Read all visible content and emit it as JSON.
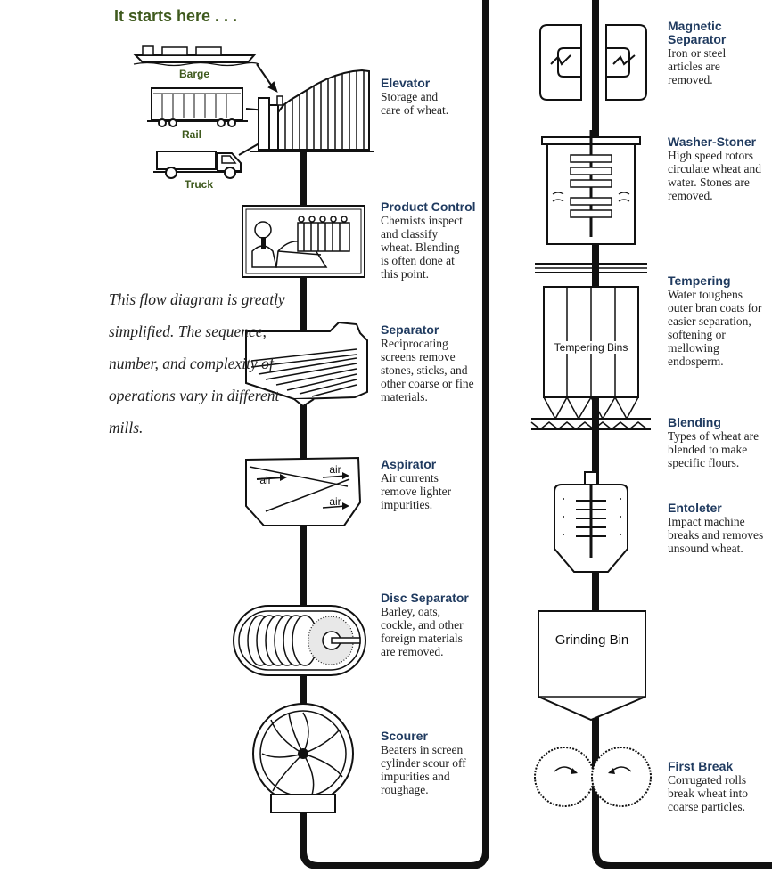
{
  "header": {
    "title": "It starts here . . ."
  },
  "vehicles": {
    "barge": "Barge",
    "rail": "Rail",
    "truck": "Truck"
  },
  "steps": {
    "elevator": {
      "title": "Elevator",
      "desc": "Storage and care of wheat."
    },
    "product_control": {
      "title": "Product Control",
      "desc": "Chemists inspect and classify wheat. Blending is often done at this point."
    },
    "separator": {
      "title": "Separator",
      "desc": "Reciprocating screens remove stones, sticks, and other coarse or fine materials."
    },
    "aspirator": {
      "title": "Aspirator",
      "desc": "Air currents remove lighter impurities."
    },
    "disc_separator": {
      "title": "Disc Separator",
      "desc": "Barley, oats, cockle, and other foreign materials are removed."
    },
    "scourer": {
      "title": "Scourer",
      "desc": "Beaters in screen cylinder scour off impurities and roughage."
    },
    "magnetic_separator": {
      "title": "Magnetic Separator",
      "desc": "Iron or steel articles are removed."
    },
    "washer_stoner": {
      "title": "Washer-Stoner",
      "desc": "High speed rotors circulate wheat and water. Stones are removed."
    },
    "tempering": {
      "title": "Tempering",
      "desc": "Water toughens outer bran coats for easier separation, softening or mellowing endosperm."
    },
    "blending": {
      "title": "Blending",
      "desc": "Types of wheat are blended to make specific flours."
    },
    "entoleter": {
      "title": "Entoleter",
      "desc": "Impact machine breaks and removes unsound wheat."
    },
    "first_break": {
      "title": "First Break",
      "desc": "Corrugated rolls break wheat into coarse particles."
    }
  },
  "machine_labels": {
    "aspirator_air": "air",
    "tempering_bins": "Tempering Bins",
    "grinding_bin": "Grinding Bin"
  },
  "note": "This flow diagram is greatly simplified. The sequence, number, and complexity of operations vary in different mills."
}
